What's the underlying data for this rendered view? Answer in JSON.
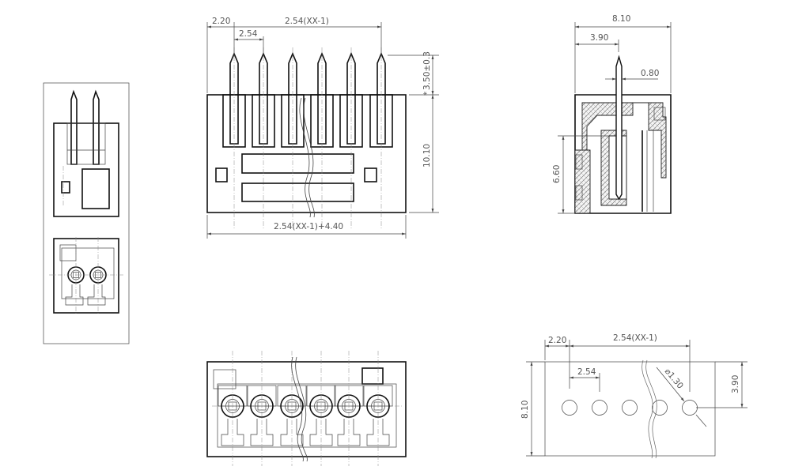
{
  "front_view": {
    "dim_edge": "2.20",
    "dim_pitch_total": "2.54(XX-1)",
    "dim_pitch": "2.54",
    "dim_pin_height": "3.50±0.3",
    "dim_pin_height_marker": "*",
    "dim_body_height": "10.10",
    "dim_total_width": "2.54(XX-1)+4.40"
  },
  "side_view": {
    "dim_width": "8.10",
    "dim_pin_offset": "3.90",
    "dim_pin_thickness": "0.80",
    "dim_height": "6.60"
  },
  "pcb_layout": {
    "dim_edge": "2.20",
    "dim_pitch_total": "2.54(XX-1)",
    "dim_pitch": "2.54",
    "dim_hole": "⌀1.30",
    "dim_row": "3.90",
    "dim_board": "8.10"
  }
}
